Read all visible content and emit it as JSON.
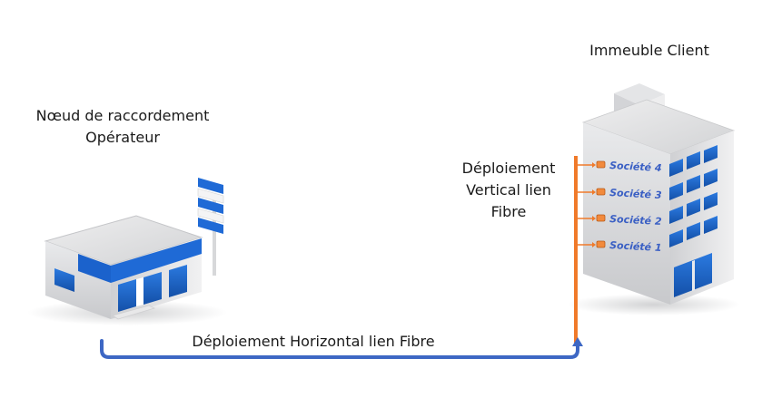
{
  "diagram": {
    "node": {
      "title_line1": "Nœud de raccordement",
      "title_line2": "Opérateur"
    },
    "building": {
      "title": "Immeuble Client",
      "floors": [
        {
          "label": "Société 4"
        },
        {
          "label": "Société 3"
        },
        {
          "label": "Société 2"
        },
        {
          "label": "Société 1"
        }
      ]
    },
    "vertical_label": {
      "line1": "Déploiement",
      "line2": "Vertical lien",
      "line3": "Fibre"
    },
    "horizontal_label": "Déploiement Horizontal lien Fibre",
    "colors": {
      "horizontal_line": "#3d67c4",
      "vertical_line": "#f07a2a",
      "window_blue": "#1a5fc8",
      "building_gray": "#d9dadc",
      "text": "#1a1a1a",
      "floor_text": "#3a5fc4"
    }
  }
}
